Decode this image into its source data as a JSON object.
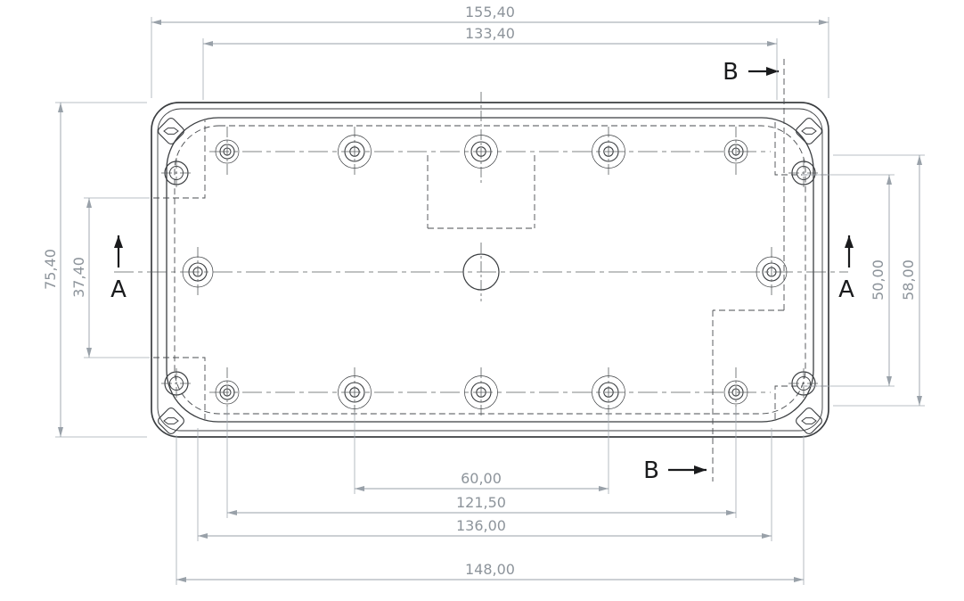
{
  "drawing": {
    "type": "technical-drawing",
    "view": "enclosure-outside-view-with-dimensions",
    "units_format": "comma-decimal millimetres",
    "colors": {
      "outline": "#3b3e41",
      "dimension_lines": "#99a1a9",
      "dimension_text": "#8d949b",
      "section_marks": "#1a1b1d",
      "background": "#ffffff"
    },
    "dimensions": {
      "overall_width": "155,40",
      "inner_width": "133,40",
      "overall_height": "75,40",
      "left_partial_height": "37,40",
      "right_inner_height": "50,00",
      "right_outer_height": "58,00",
      "bottom_boss_spacing": "60,00",
      "bottom_row_width": "121,50",
      "side_boss_spacing": "136,00",
      "mounting_hole_spacing": "148,00"
    },
    "sections": {
      "a_left": "A",
      "a_right": "A",
      "b_top": "B",
      "b_bottom": "B"
    }
  }
}
